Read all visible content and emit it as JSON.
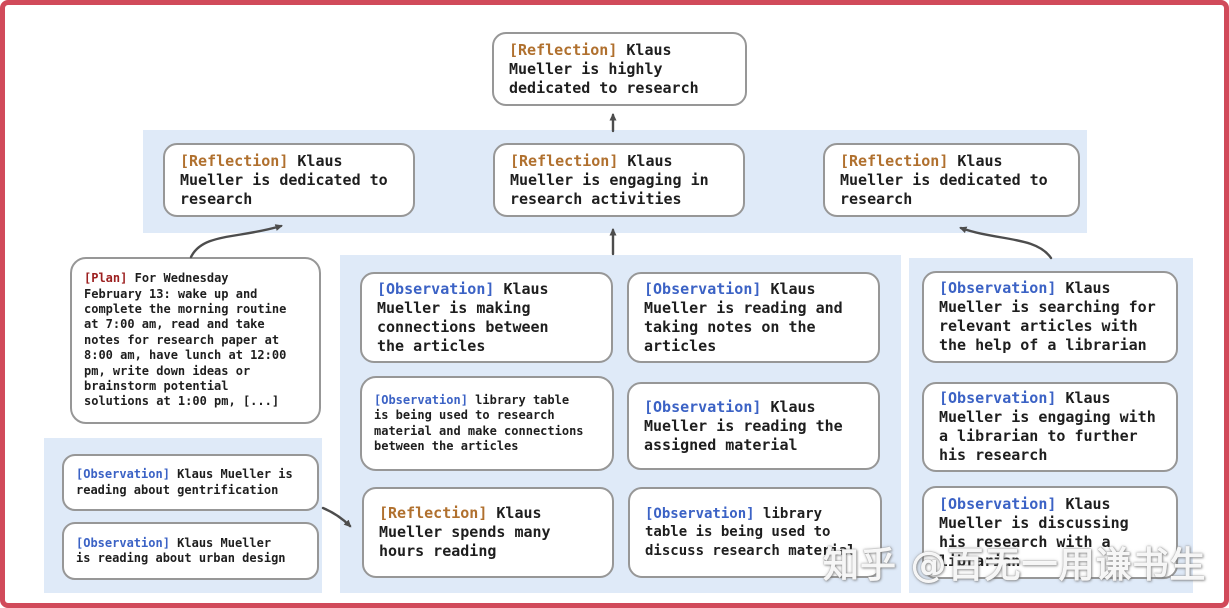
{
  "nodes": {
    "top": {
      "tag": "[Reflection]",
      "type": "reflection",
      "text": "Klaus\nMueller is highly\ndedicated to research"
    },
    "band_left": {
      "tag": "[Reflection]",
      "type": "reflection",
      "text": "Klaus\nMueller is dedicated to\nresearch"
    },
    "band_center": {
      "tag": "[Reflection]",
      "type": "reflection",
      "text": "Klaus\nMueller is engaging in\nresearch activities"
    },
    "band_right": {
      "tag": "[Reflection]",
      "type": "reflection",
      "text": "Klaus\nMueller is dedicated to\nresearch"
    },
    "plan": {
      "tag": "[Plan]",
      "type": "plan",
      "text": "For Wednesday\nFebruary 13: wake up and\ncomplete the morning routine\nat 7:00 am, read and take\nnotes for research paper at\n8:00 am, have lunch at 12:00\npm, write down ideas or\nbrainstorm potential\nsolutions at 1:00 pm, [...]"
    },
    "left_obs1": {
      "tag": "[Observation]",
      "type": "observation",
      "text": "Klaus Mueller is\nreading about gentrification"
    },
    "left_obs2": {
      "tag": "[Observation]",
      "type": "observation",
      "text": "Klaus Mueller\nis reading about urban design"
    },
    "mid_a1": {
      "tag": "[Observation]",
      "type": "observation",
      "text": "Klaus\nMueller is making\nconnections between\nthe articles"
    },
    "mid_a2": {
      "tag": "[Observation]",
      "type": "observation",
      "text": "library table\nis being used to research\nmaterial and make connections\nbetween the articles"
    },
    "mid_a3": {
      "tag": "[Reflection]",
      "type": "reflection",
      "text": "Klaus\nMueller spends many\nhours reading"
    },
    "mid_b1": {
      "tag": "[Observation]",
      "type": "observation",
      "text": "Klaus\nMueller is reading and\ntaking notes on the\narticles"
    },
    "mid_b2": {
      "tag": "[Observation]",
      "type": "observation",
      "text": "Klaus\nMueller is reading the\nassigned material"
    },
    "mid_b3": {
      "tag": "[Observation]",
      "type": "observation",
      "text": "library\ntable is being used to\ndiscuss research material"
    },
    "right1": {
      "tag": "[Observation]",
      "type": "observation",
      "text": "Klaus\nMueller is searching for\nrelevant articles with\nthe help of a librarian"
    },
    "right2": {
      "tag": "[Observation]",
      "type": "observation",
      "text": "Klaus\nMueller is engaging with\na librarian to further\nhis research"
    },
    "right3": {
      "tag": "[Observation]",
      "type": "observation",
      "text": "Klaus\nMueller is discussing\nhis research with a\nlibrarian"
    }
  },
  "watermark": {
    "text": "知乎 @百无一用谦书生"
  },
  "colors": {
    "frame": "#d14a5a",
    "panel_blue": "#dfeaf8",
    "box_border": "#979797",
    "reflection_tag": "#b0702e",
    "observation_tag": "#3b62c5",
    "plan_tag": "#9c1f1f",
    "arrow": "#4d4d4d",
    "text": "#1e1e1e"
  }
}
